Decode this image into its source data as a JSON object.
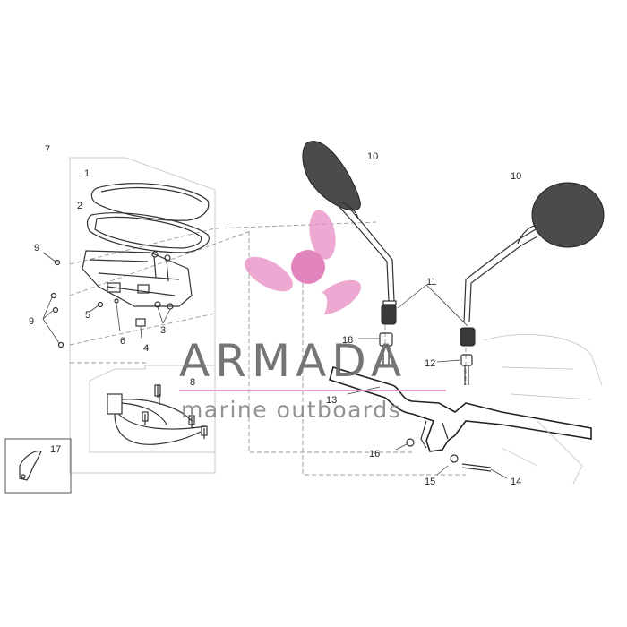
{
  "callouts": {
    "c1": "1",
    "c2": "2",
    "c3": "3",
    "c4": "4",
    "c5": "5",
    "c6": "6",
    "c7": "7",
    "c8": "8",
    "c9a": "9",
    "c9b": "9",
    "c10a": "10",
    "c10b": "10",
    "c11": "11",
    "c12": "12",
    "c13": "13",
    "c14": "14",
    "c15": "15",
    "c16": "16",
    "c17": "17",
    "c18": "18"
  },
  "watermark": {
    "brand": "ARMADA",
    "tagline": "marine outboards",
    "logo_icon": "propeller-icon",
    "accent_color": "#e891c4",
    "text_color": "#6a6a6a"
  }
}
